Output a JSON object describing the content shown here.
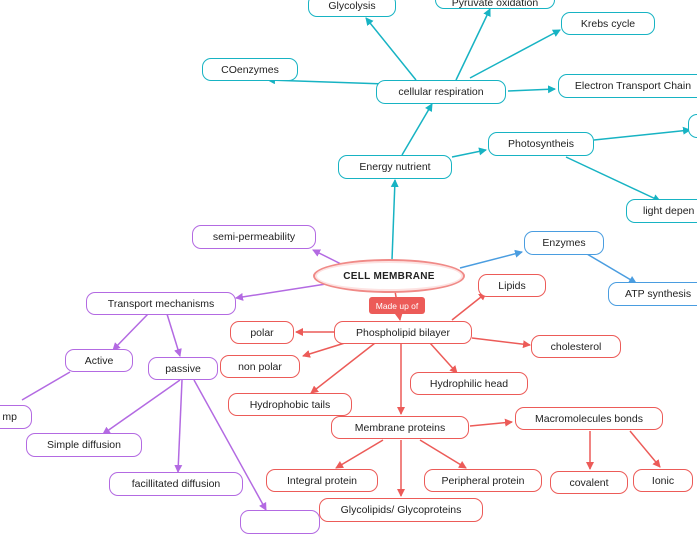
{
  "central": "CELL MEMBRANE",
  "link_label": "Made up of",
  "nodes": {
    "glycolysis": "Glycolysis",
    "pyruvate": "Pyruvate oxidation",
    "krebs": "Krebs cycle",
    "coenzymes": "COenzymes",
    "cellular_resp": "cellular respiration",
    "etc": "Electron Transport Chain",
    "photosynthesis": "Photosyntheis",
    "energy_nutrient": "Energy nutrient",
    "light_dep": "light depen",
    "semi_perm": "semi-permeability",
    "enzymes": "Enzymes",
    "atp": "ATP synthesis",
    "transport": "Transport mechanisms",
    "lipids": "Lipids",
    "polar": "polar",
    "phospholipid": "Phospholipid bilayer",
    "active": "Active",
    "passive": "passive",
    "non_polar": "non polar",
    "cholesterol": "cholesterol",
    "hydrophilic": "Hydrophilic head",
    "pump": "mp",
    "hydrophobic": "Hydrophobic tails",
    "simple_diff": "Simple diffusion",
    "membrane_proteins": "Membrane proteins",
    "macromolecules": "Macromolecules bonds",
    "facilitated": "facillitated diffusion",
    "integral": "Integral protein",
    "peripheral": "Peripheral protein",
    "covalent": "covalent",
    "ionic": "Ionic",
    "glycolipids": "Glycolipids/ Glycoproteins",
    "offscreen": ""
  },
  "colors": {
    "teal": "#17b3c3",
    "blue": "#4a9de0",
    "purple": "#b36ae2",
    "red": "#ec5b58",
    "central_border": "#f08a87"
  }
}
